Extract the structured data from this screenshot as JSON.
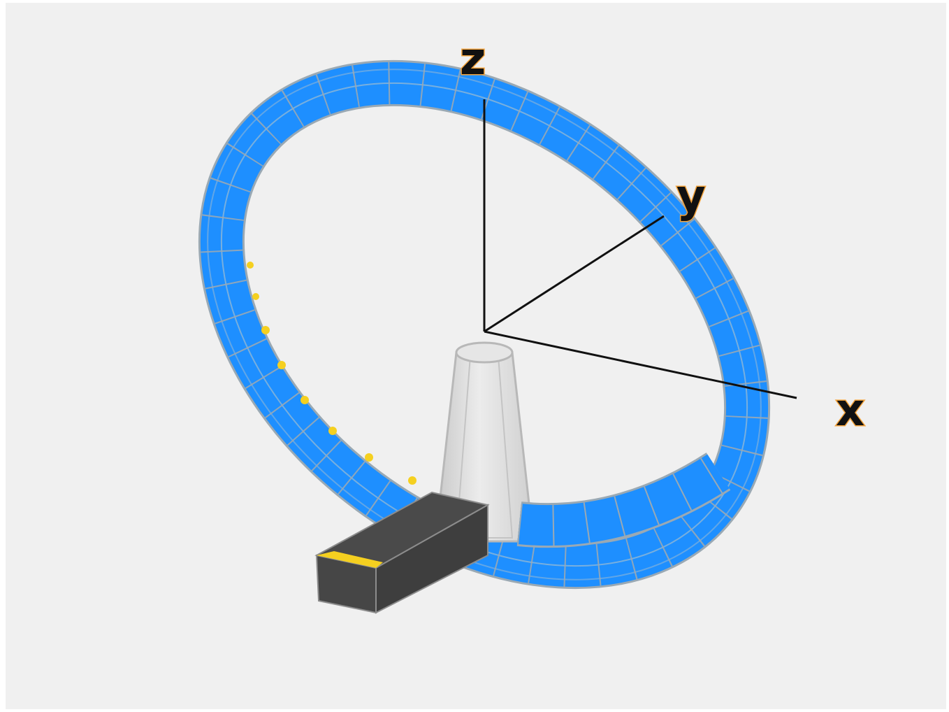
{
  "axes": {
    "x_label": "x",
    "y_label": "y",
    "z_label": "z"
  },
  "colors": {
    "background": "#f0f0f0",
    "loop": "#1e8fff",
    "loop_grid": "#9aa9b4",
    "feed_point": "#f5d020",
    "mast": "#dcdcdc",
    "connector": "#4a4a4a",
    "axis_line": "#111111",
    "axis_label_outline": "#f2a23a"
  },
  "icons": [
    "loop-antenna",
    "mast",
    "connector-block"
  ]
}
